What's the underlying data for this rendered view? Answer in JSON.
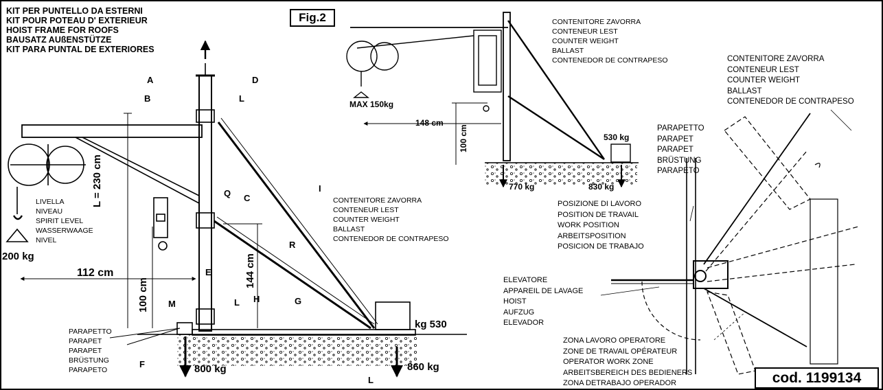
{
  "titles": [
    "KIT PER PUNTELLO DA ESTERNI",
    "KIT POUR POTEAU D' EXTERIEUR",
    "HOIST FRAME FOR ROOFS",
    "BAUSATZ AUßENSTÜTZE",
    "KIT PARA PUNTAL DE EXTERIORES"
  ],
  "figure_label": "Fig.2",
  "code_label": "cod. 1199134",
  "part_letters": {
    "A": "A",
    "B": "B",
    "C": "C",
    "D": "D",
    "E": "E",
    "F": "F",
    "G": "G",
    "H": "H",
    "I": "I",
    "L1": "L",
    "L2": "L",
    "L3": "L",
    "M": "M",
    "Q": "Q",
    "R": "R"
  },
  "spirit_level": [
    "LIVELLA",
    "NIVEAU",
    "SPIRIT LEVEL",
    "WASSERWAAGE",
    "NIVEL"
  ],
  "parapet_main": [
    "PARAPETTO",
    "PARAPET",
    "PARAPET",
    "BRÜSTUNG",
    "PARAPETO"
  ],
  "parapet_right": [
    "PARAPETTO",
    "PARAPET",
    "PARAPET",
    "BRÜSTUNG",
    "PARAPETO"
  ],
  "counterweight_main": [
    "CONTENITORE ZAVORRA",
    "CONTENEUR LEST",
    "COUNTER WEIGHT",
    "BALLAST",
    "CONTENEDOR DE CONTRAPESO"
  ],
  "counterweight_top": [
    "CONTENITORE ZAVORRA",
    "CONTENEUR LEST",
    "COUNTER WEIGHT",
    "BALLAST",
    "CONTENEDOR DE CONTRAPESO"
  ],
  "counterweight_right": [
    "CONTENITORE ZAVORRA",
    "CONTENEUR LEST",
    "COUNTER WEIGHT",
    "BALLAST",
    "CONTENEDOR DE CONTRAPESO"
  ],
  "work_position": [
    "POSIZIONE DI LAVORO",
    "POSITION DE TRAVAIL",
    "WORK POSITION",
    "ARBEITSPOSITION",
    "POSICION DE TRABAJO"
  ],
  "hoist": [
    "ELEVATORE",
    "APPAREIL DE LAVAGE",
    "HOIST",
    "AUFZUG",
    "ELEVADOR"
  ],
  "work_zone": [
    "ZONA LAVORO OPERATORE",
    "ZONE DE TRAVAIL OPÉRATEUR",
    "OPERATOR WORK ZONE",
    "ARBEITSBEREICH DES BEDIENERS",
    "ZONA DETRABAJO OPERADOR"
  ],
  "dimensions": {
    "height_total": "L = 230 cm",
    "reach_main": "112 cm",
    "height_100_main": "100 cm",
    "height_144": "144 cm",
    "reach_top": "148 cm",
    "height_100_top": "100 cm"
  },
  "loads": {
    "hook_main": "200 kg",
    "ballast_main": "kg 530",
    "ground_left_main": "800 kg",
    "ground_right_main": "860 kg",
    "hook_top": "MAX 150kg",
    "ballast_top": "530 kg",
    "ground_left_top": "770 kg",
    "ground_right_top": "830 kg"
  }
}
